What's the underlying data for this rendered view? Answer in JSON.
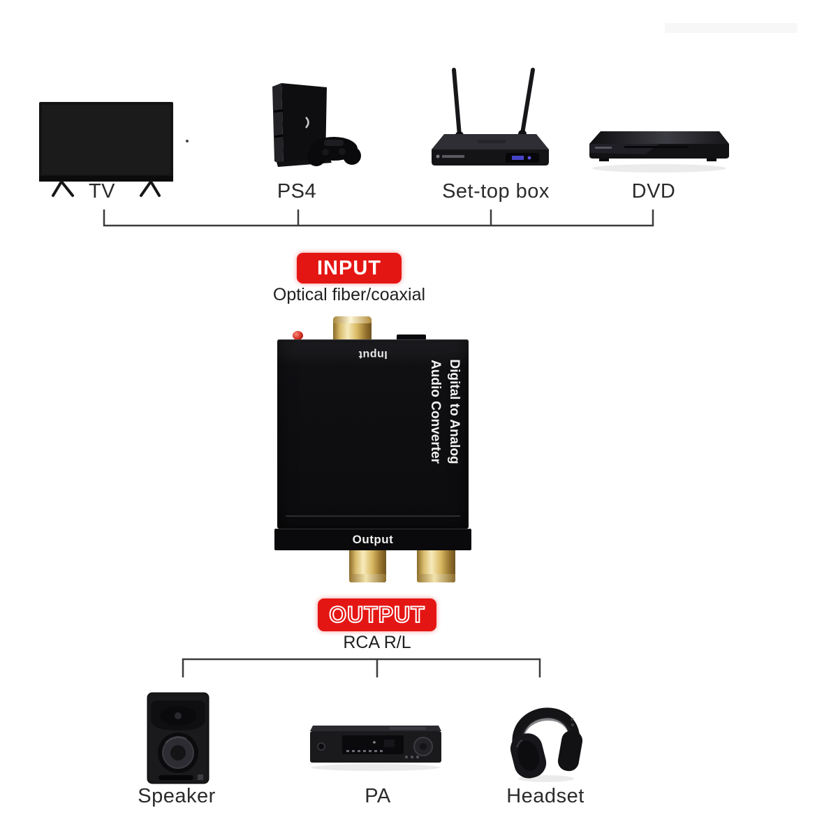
{
  "diagram": {
    "sources": {
      "items": [
        {
          "label": "TV"
        },
        {
          "label": "PS4"
        },
        {
          "label": "Set-top box"
        },
        {
          "label": "DVD"
        }
      ]
    },
    "input": {
      "badge": "INPUT",
      "caption": "Optical fiber/coaxial"
    },
    "converter": {
      "input_port": "Input",
      "name_line1": "Digital to Analog",
      "name_line2": "Audio Converter",
      "output_port": "Output"
    },
    "output": {
      "badge": "OUTPUT",
      "caption": "RCA R/L"
    },
    "sinks": {
      "items": [
        {
          "label": "Speaker"
        },
        {
          "label": "PA"
        },
        {
          "label": "Headset"
        }
      ]
    }
  },
  "colors": {
    "badge_red": "#e41613",
    "bracket_line": "#3b3b3b",
    "label_text": "#2b2b2b",
    "rca_gold": "#d9bc6d",
    "led_red": "#c41f14",
    "display_blue": "#4643c8"
  }
}
